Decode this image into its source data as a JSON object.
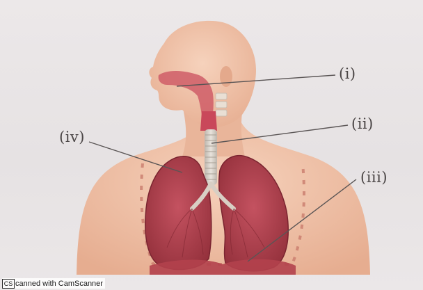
{
  "labels": {
    "i": "(i)",
    "ii": "(ii)",
    "iii": "(iii)",
    "iv": "(iv)"
  },
  "watermark": {
    "logo": "CS",
    "text": "canned with CamScanner"
  },
  "colors": {
    "skin": "#efc2a8",
    "skin_shadow": "#e2a88c",
    "lung": "#b2414d",
    "lung_dark": "#8f2b37",
    "trachea": "#d8d2c9",
    "callout_line": "#5a5555",
    "background": "#e9e5e6"
  }
}
